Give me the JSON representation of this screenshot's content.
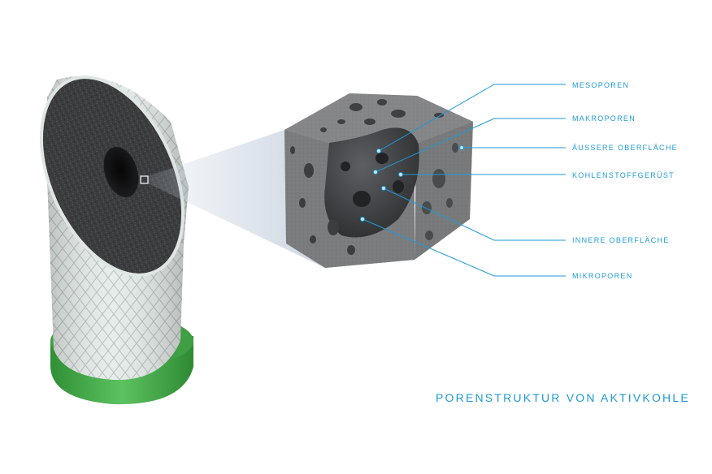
{
  "title": "PORENSTRUKTUR VON AKTIVKOHLE",
  "labels": {
    "mesoporen": "MESOPOREN",
    "makroporen": "MAKROPOREN",
    "aeussere_oberflaeche": "ÄUSSERE OBERFLÄCHE",
    "kohlenstoffgeruest": "KOHLENSTOFFGERÜST",
    "innere_oberflaeche": "INNERE OBERFLÄCHE",
    "mikroporen": "MIKROPOREN"
  },
  "colors": {
    "accent": "#1e9ad6",
    "carbon": "#3a3b3d",
    "cube_face": "#7a7b7d",
    "filter_mesh": "#e4ebe9",
    "base_ring": "#4caf4f"
  }
}
